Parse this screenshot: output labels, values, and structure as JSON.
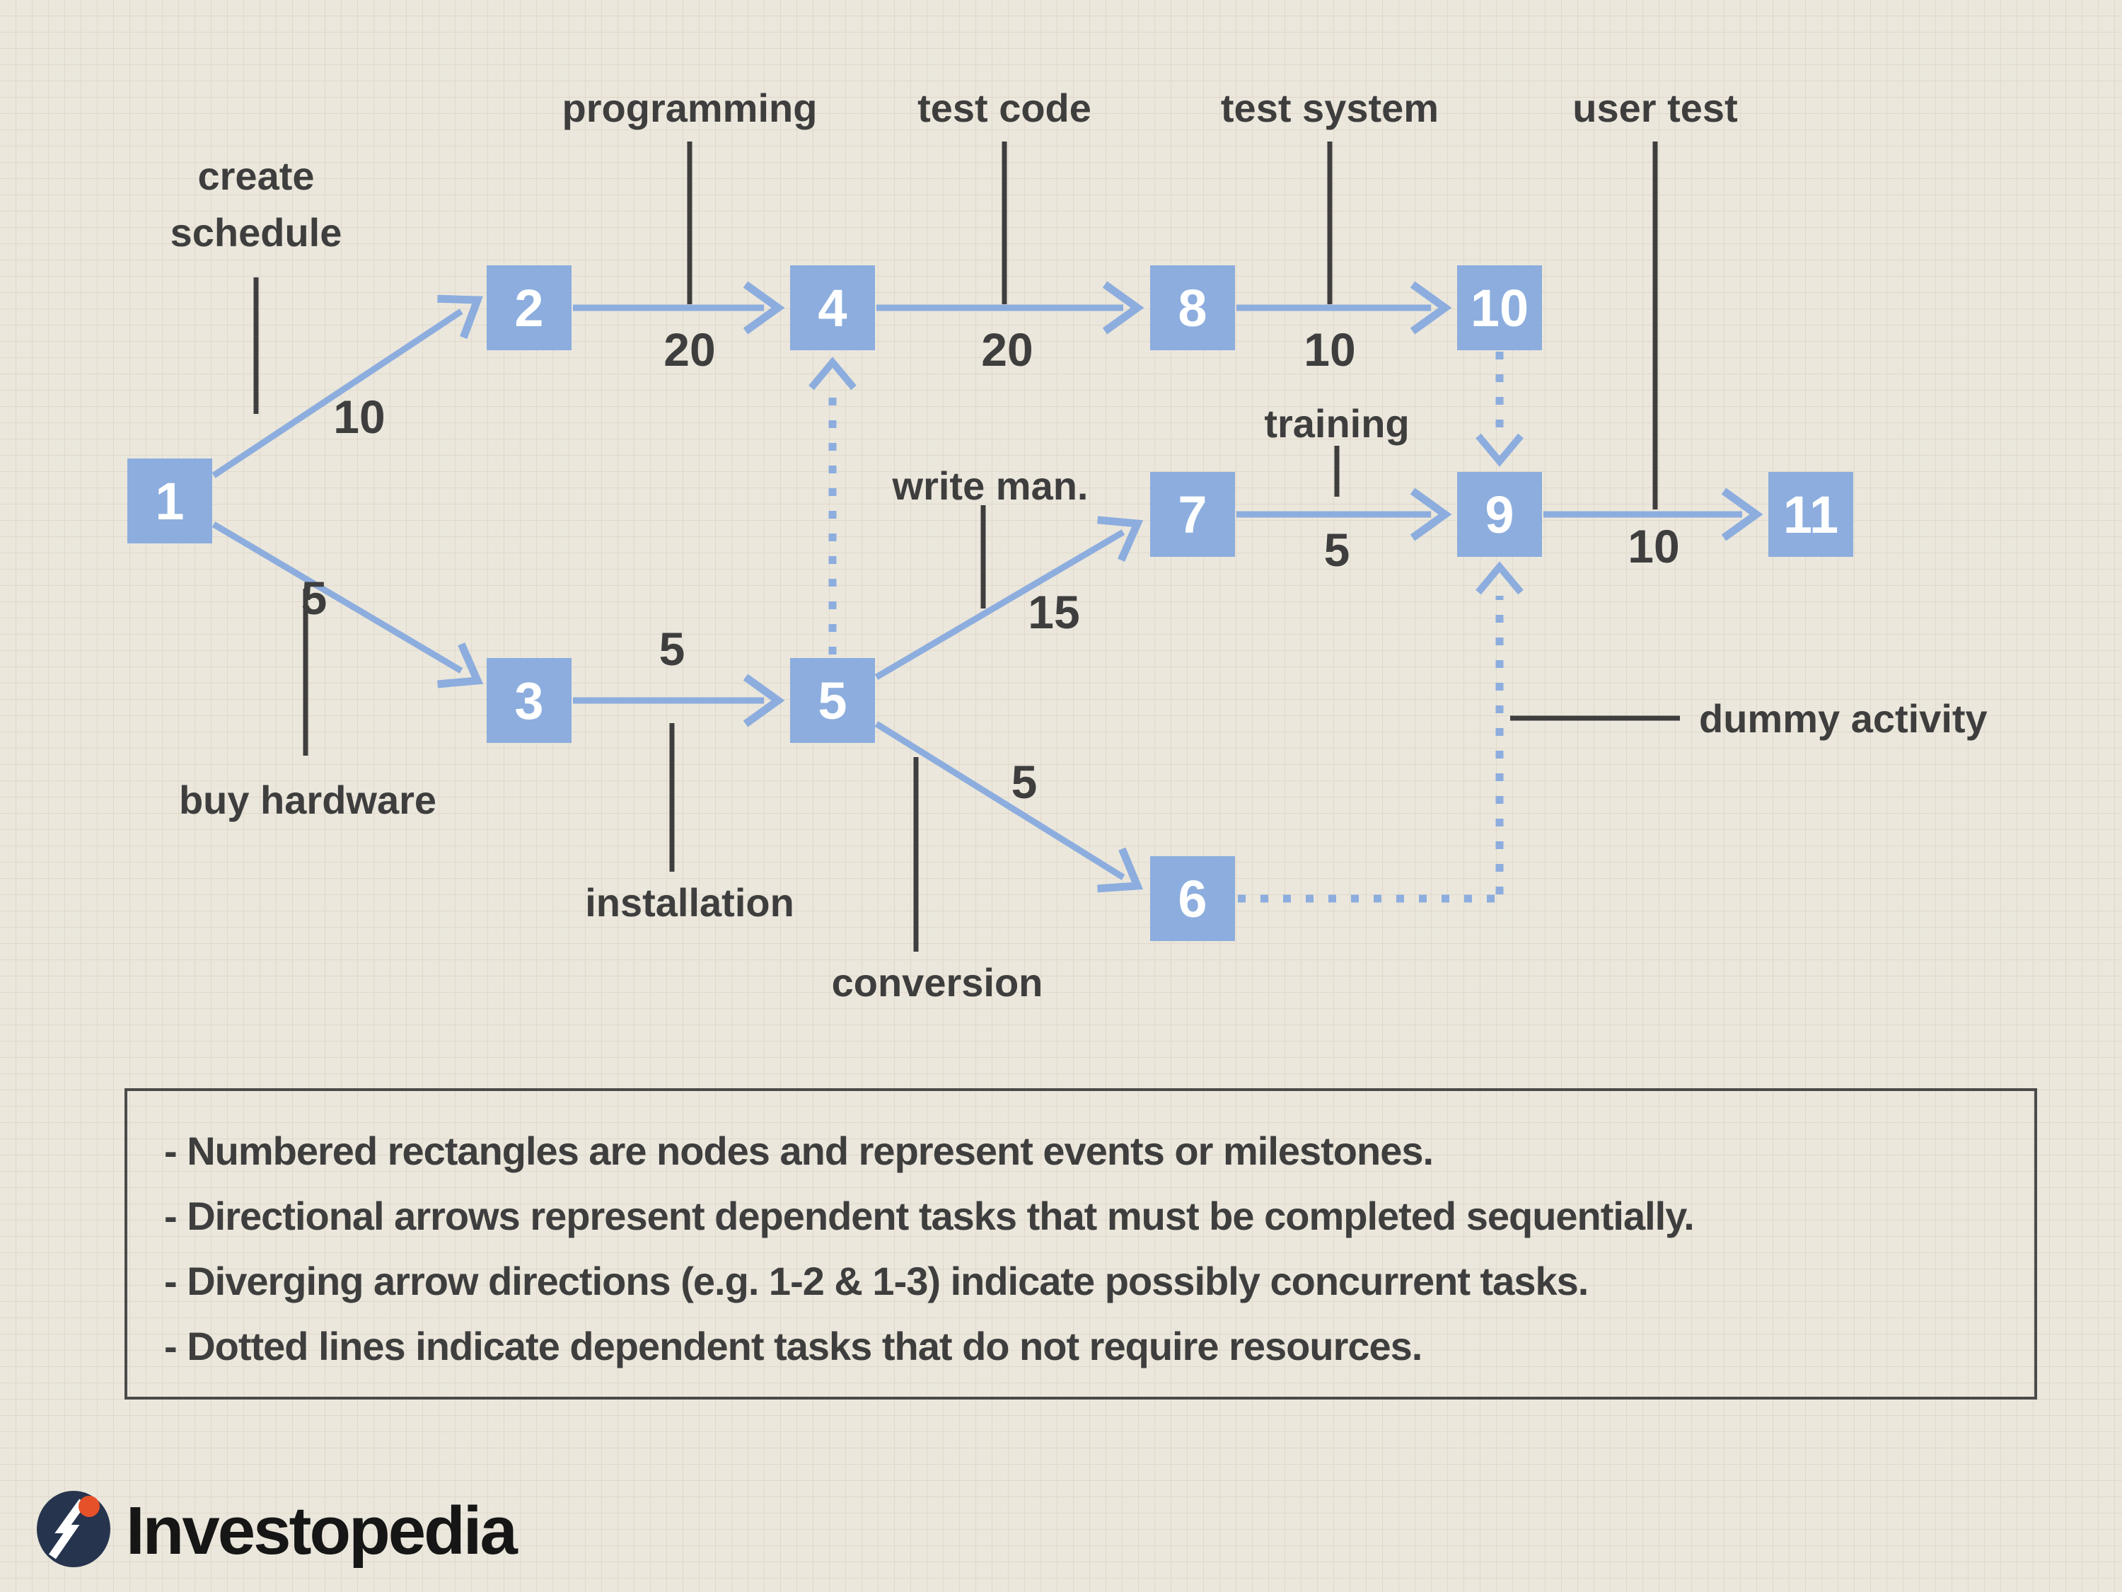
{
  "colors": {
    "background": "#ebe7dc",
    "grid": "#d8cbbc",
    "node_fill": "#8cadde",
    "arrow": "#8cadde",
    "ink": "#3e3e3e",
    "node_text": "#ffffff",
    "legend_border": "#4a4a4a",
    "logo_navy": "#27344e",
    "logo_orange": "#e6512a",
    "logo_ink": "#161616"
  },
  "diagram": {
    "type": "pert-chart",
    "nodes": [
      {
        "id": "1"
      },
      {
        "id": "2"
      },
      {
        "id": "3"
      },
      {
        "id": "4"
      },
      {
        "id": "5"
      },
      {
        "id": "6"
      },
      {
        "id": "7"
      },
      {
        "id": "8"
      },
      {
        "id": "9"
      },
      {
        "id": "10"
      },
      {
        "id": "11"
      }
    ],
    "activities": {
      "create_schedule": {
        "label_line1": "create",
        "label_line2": "schedule",
        "duration": "10",
        "from": "1",
        "to": "2"
      },
      "buy_hardware": {
        "label": "buy hardware",
        "duration": "5",
        "from": "1",
        "to": "3"
      },
      "programming": {
        "label": "programming",
        "duration": "20",
        "from": "2",
        "to": "4"
      },
      "test_code": {
        "label": "test code",
        "duration": "20",
        "from": "4",
        "to": "8"
      },
      "test_system": {
        "label": "test system",
        "duration": "10",
        "from": "8",
        "to": "10"
      },
      "installation": {
        "label": "installation",
        "duration": "5",
        "from": "3",
        "to": "5"
      },
      "write_manual": {
        "label": "write man.",
        "duration": "15",
        "from": "5",
        "to": "7"
      },
      "conversion": {
        "label": "conversion",
        "duration": "5",
        "from": "5",
        "to": "6"
      },
      "training": {
        "label": "training",
        "duration": "5",
        "from": "7",
        "to": "9"
      },
      "user_test": {
        "label": "user test",
        "duration": "10",
        "from": "9",
        "to": "11"
      },
      "dummy": {
        "label": "dummy activity"
      }
    }
  },
  "legend": {
    "items": [
      "- Numbered rectangles are nodes and represent events or milestones.",
      "- Directional arrows represent dependent tasks that must be completed sequentially.",
      "- Diverging arrow directions (e.g. 1-2 & 1-3) indicate possibly concurrent tasks.",
      "- Dotted lines indicate dependent tasks that do not require resources."
    ]
  },
  "footer": {
    "brand": "Investopedia"
  }
}
